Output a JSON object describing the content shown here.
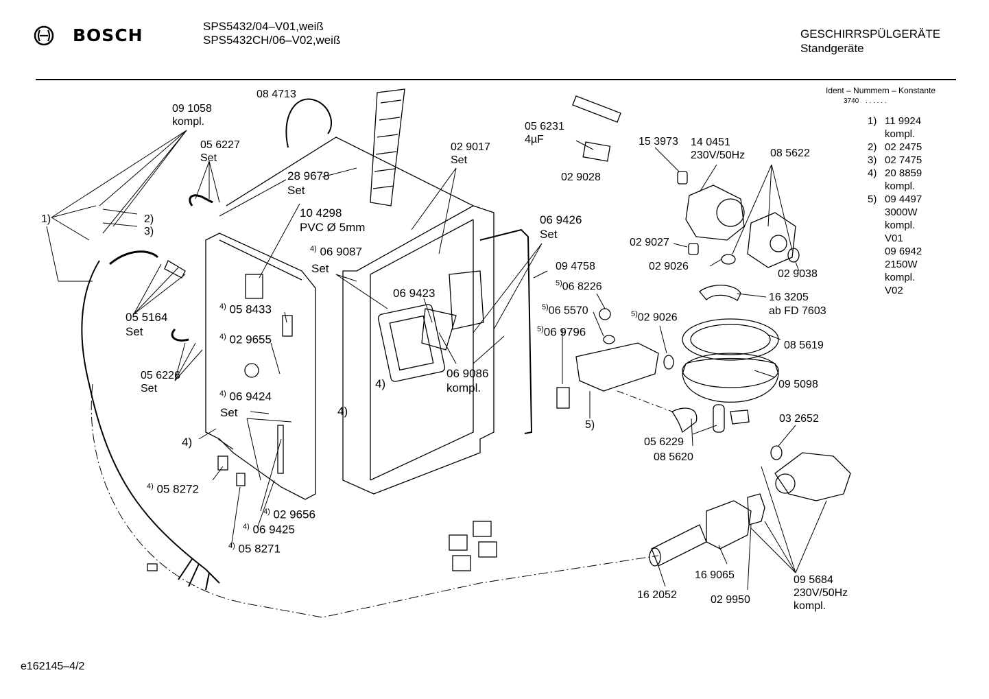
{
  "header": {
    "brand": "BOSCH",
    "models": [
      "SPS5432/04–V01,weiß",
      "SPS5432CH/06–V02,weiß"
    ],
    "category": "GESCHIRRSPÜLGERÄTE",
    "subcategory": "Standgeräte"
  },
  "legend": {
    "title": "Ident – Nummern – Konstante",
    "code": "3740",
    "dots": ". . . . . .",
    "items": [
      {
        "num": "1)",
        "lines": [
          "11 9924",
          "kompl."
        ]
      },
      {
        "num": "2)",
        "lines": [
          "02 2475"
        ]
      },
      {
        "num": "3)",
        "lines": [
          "02 7475"
        ]
      },
      {
        "num": "4)",
        "lines": [
          "20 8859",
          "kompl."
        ]
      },
      {
        "num": "5)",
        "lines": [
          "09 4497",
          "3000W",
          "kompl.",
          "V01",
          "09 6942",
          "2150W",
          "kompl.",
          "V02"
        ]
      }
    ]
  },
  "labels": [
    {
      "sup": "",
      "lines": [
        "09 1058",
        "kompl."
      ]
    },
    {
      "sup": "",
      "lines": [
        "08 4713"
      ]
    },
    {
      "sup": "",
      "lines": [
        "05 6227",
        "Set"
      ]
    },
    {
      "sup": "",
      "lines": [
        "28 9678",
        "Set"
      ]
    },
    {
      "sup": "",
      "lines": [
        "10 4298",
        "PVC Ø 5mm"
      ]
    },
    {
      "sup": "",
      "lines": [
        "1)"
      ]
    },
    {
      "sup": "",
      "lines": [
        "2)"
      ]
    },
    {
      "sup": "",
      "lines": [
        "3)"
      ]
    },
    {
      "sup": "",
      "lines": [
        "05 5164",
        "Set"
      ]
    },
    {
      "sup": "4)",
      "lines": [
        "05 8433"
      ]
    },
    {
      "sup": "4)",
      "lines": [
        "02 9655"
      ]
    },
    {
      "sup": "",
      "lines": [
        "05 6226",
        "Set"
      ]
    },
    {
      "sup": "4)",
      "lines": [
        "06 9424"
      ]
    },
    {
      "sup": "",
      "lines": [
        "Set"
      ]
    },
    {
      "sup": "",
      "lines": [
        "4)"
      ]
    },
    {
      "sup": "4)",
      "lines": [
        "05 8272"
      ]
    },
    {
      "sup": "4)",
      "lines": [
        "02 9656"
      ]
    },
    {
      "sup": "4)",
      "lines": [
        "06 9425"
      ]
    },
    {
      "sup": "4)",
      "lines": [
        "05 8271"
      ]
    },
    {
      "sup": "4)",
      "lines": [
        "06 9087"
      ]
    },
    {
      "sup": "",
      "lines": [
        "Set"
      ]
    },
    {
      "sup": "",
      "lines": [
        "06 9423"
      ]
    },
    {
      "sup": "",
      "lines": [
        "4)"
      ]
    },
    {
      "sup": "",
      "lines": [
        "4)"
      ]
    },
    {
      "sup": "",
      "lines": [
        "02 9017",
        "Set"
      ]
    },
    {
      "sup": "",
      "lines": [
        "06 9426",
        "Set"
      ]
    },
    {
      "sup": "",
      "lines": [
        "06 9086",
        "kompl."
      ]
    },
    {
      "sup": "",
      "lines": [
        "05 6231",
        "4µF"
      ]
    },
    {
      "sup": "",
      "lines": [
        "02 9028"
      ]
    },
    {
      "sup": "",
      "lines": [
        "15 3973"
      ]
    },
    {
      "sup": "",
      "lines": [
        "14 0451",
        "230V/50Hz"
      ]
    },
    {
      "sup": "",
      "lines": [
        "08 5622"
      ]
    },
    {
      "sup": "",
      "lines": [
        "02 9027"
      ]
    },
    {
      "sup": "",
      "lines": [
        "02 9026"
      ]
    },
    {
      "sup": "",
      "lines": [
        "02 9038"
      ]
    },
    {
      "sup": "",
      "lines": [
        "09 4758"
      ]
    },
    {
      "sup": "5)",
      "lines": [
        "06 8226"
      ]
    },
    {
      "sup": "5)",
      "lines": [
        "06 5570"
      ]
    },
    {
      "sup": "5)",
      "lines": [
        "02 9026"
      ]
    },
    {
      "sup": "5)",
      "lines": [
        "06 9796"
      ]
    },
    {
      "sup": "",
      "lines": [
        "16 3205",
        "ab FD 7603"
      ]
    },
    {
      "sup": "",
      "lines": [
        "08 5619"
      ]
    },
    {
      "sup": "",
      "lines": [
        "09 5098"
      ]
    },
    {
      "sup": "",
      "lines": [
        "03 2652"
      ]
    },
    {
      "sup": "",
      "lines": [
        "5)"
      ]
    },
    {
      "sup": "",
      "lines": [
        "05 6229"
      ]
    },
    {
      "sup": "",
      "lines": [
        "08 5620"
      ]
    },
    {
      "sup": "",
      "lines": [
        "16 9065"
      ]
    },
    {
      "sup": "",
      "lines": [
        "16 2052"
      ]
    },
    {
      "sup": "",
      "lines": [
        "02 9950"
      ]
    },
    {
      "sup": "",
      "lines": [
        "09 5684",
        "230V/50Hz",
        "kompl."
      ]
    }
  ],
  "footer": {
    "code": "e162145–4/2"
  }
}
